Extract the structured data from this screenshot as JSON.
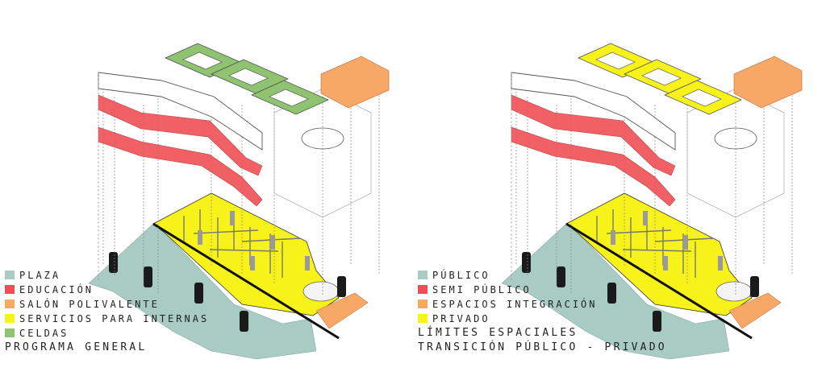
{
  "colors": {
    "plaza": "#a8cbc3",
    "educacion": "#ef4f54",
    "salon": "#f7a867",
    "servicios": "#f7f31a",
    "celdas": "#8fc36f",
    "line": "#555555"
  },
  "left_panel": {
    "legend": [
      {
        "label": "PLAZA",
        "color": "#a8cbc3"
      },
      {
        "label": "EDUCACIÓN",
        "color": "#ef4f54"
      },
      {
        "label": "SALÓN POLIVALENTE",
        "color": "#f7a867"
      },
      {
        "label": "SERVICIOS PARA INTERNAS",
        "color": "#f7f31a"
      },
      {
        "label": "CELDAS",
        "color": "#8fc36f"
      }
    ],
    "title": "PROGRAMA GENERAL",
    "cells_color": "#8fc36f"
  },
  "right_panel": {
    "legend": [
      {
        "label": "PÚBLICO",
        "color": "#a8cbc3"
      },
      {
        "label": "SEMI PÚBLICO",
        "color": "#ef4f54"
      },
      {
        "label": "ESPACIOS INTEGRACIÓN",
        "color": "#f7a867"
      },
      {
        "label": "PRIVADO",
        "color": "#f7f31a"
      }
    ],
    "title_1": "LÍMITES ESPACIALES",
    "title_2": "TRANSICIÓN PÚBLICO - PRIVADO",
    "cells_color": "#f7f31a"
  }
}
